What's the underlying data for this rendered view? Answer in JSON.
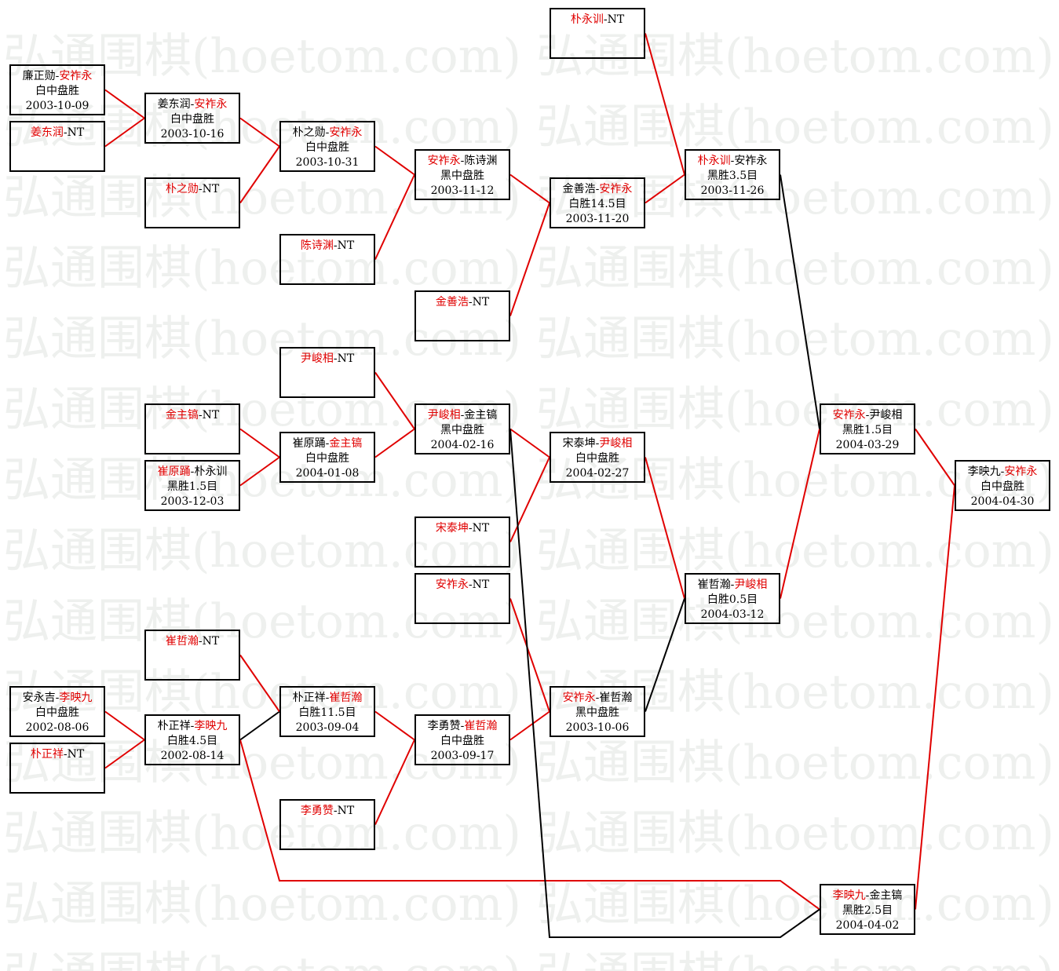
{
  "watermark": {
    "text": "弘通围棋(hoetom.com) 弘通围棋(hoetom.com) 弘",
    "color": "#eef0ee"
  },
  "colors": {
    "red": "#e00000",
    "black": "#000000"
  },
  "nodes": [
    {
      "id": "n1",
      "p1": "廉正勋",
      "p2": "安祚永",
      "w": 2,
      "res": "白中盘胜",
      "date": "2003-10-09"
    },
    {
      "id": "n2",
      "p1": "姜东润",
      "p2": "NT",
      "w": 1,
      "res": "",
      "date": ""
    },
    {
      "id": "n3",
      "p1": "姜东润",
      "p2": "安祚永",
      "w": 2,
      "res": "白中盘胜",
      "date": "2003-10-16"
    },
    {
      "id": "n4",
      "p1": "朴之勋",
      "p2": "NT",
      "w": 1,
      "res": "",
      "date": ""
    },
    {
      "id": "n5",
      "p1": "朴之勋",
      "p2": "安祚永",
      "w": 2,
      "res": "白中盘胜",
      "date": "2003-10-31"
    },
    {
      "id": "n6",
      "p1": "陈诗渊",
      "p2": "NT",
      "w": 1,
      "res": "",
      "date": ""
    },
    {
      "id": "n7",
      "p1": "安祚永",
      "p2": "陈诗渊",
      "w": 1,
      "res": "黑中盘胜",
      "date": "2003-11-12"
    },
    {
      "id": "n8",
      "p1": "金善浩",
      "p2": "NT",
      "w": 1,
      "res": "",
      "date": ""
    },
    {
      "id": "n9",
      "p1": "金善浩",
      "p2": "安祚永",
      "w": 2,
      "res": "白胜14.5目",
      "date": "2003-11-20"
    },
    {
      "id": "n10",
      "p1": "朴永训",
      "p2": "NT",
      "w": 1,
      "res": "",
      "date": ""
    },
    {
      "id": "n11",
      "p1": "朴永训",
      "p2": "安祚永",
      "w": 1,
      "res": "黑胜3.5目",
      "date": "2003-11-26"
    },
    {
      "id": "n12",
      "p1": "尹峻相",
      "p2": "NT",
      "w": 1,
      "res": "",
      "date": ""
    },
    {
      "id": "n13",
      "p1": "金主镐",
      "p2": "NT",
      "w": 1,
      "res": "",
      "date": ""
    },
    {
      "id": "n14",
      "p1": "崔原踊",
      "p2": "金主镐",
      "w": 2,
      "res": "白中盘胜",
      "date": "2004-01-08"
    },
    {
      "id": "n15",
      "p1": "崔原踊",
      "p2": "朴永训",
      "w": 1,
      "res": "黑胜1.5目",
      "date": "2003-12-03"
    },
    {
      "id": "n16",
      "p1": "尹峻相",
      "p2": "金主镐",
      "w": 1,
      "res": "黑中盘胜",
      "date": "2004-02-16"
    },
    {
      "id": "n17",
      "p1": "宋泰坤",
      "p2": "尹峻相",
      "w": 2,
      "res": "白中盘胜",
      "date": "2004-02-27"
    },
    {
      "id": "n18",
      "p1": "宋泰坤",
      "p2": "NT",
      "w": 1,
      "res": "",
      "date": ""
    },
    {
      "id": "n19",
      "p1": "安祚永",
      "p2": "NT",
      "w": 1,
      "res": "",
      "date": ""
    },
    {
      "id": "n20",
      "p1": "崔哲瀚",
      "p2": "尹峻相",
      "w": 2,
      "res": "白胜0.5目",
      "date": "2004-03-12"
    },
    {
      "id": "n21",
      "p1": "安祚永",
      "p2": "尹峻相",
      "w": 1,
      "res": "黑胜1.5目",
      "date": "2004-03-29"
    },
    {
      "id": "n22",
      "p1": "李映九",
      "p2": "安祚永",
      "w": 2,
      "res": "白中盘胜",
      "date": "2004-04-30"
    },
    {
      "id": "n23",
      "p1": "崔哲瀚",
      "p2": "NT",
      "w": 1,
      "res": "",
      "date": ""
    },
    {
      "id": "n24",
      "p1": "安永吉",
      "p2": "李映九",
      "w": 2,
      "res": "白中盘胜",
      "date": "2002-08-06"
    },
    {
      "id": "n25",
      "p1": "朴正祥",
      "p2": "NT",
      "w": 1,
      "res": "",
      "date": ""
    },
    {
      "id": "n26",
      "p1": "朴正祥",
      "p2": "李映九",
      "w": 2,
      "res": "白胜4.5目",
      "date": "2002-08-14"
    },
    {
      "id": "n27",
      "p1": "朴正祥",
      "p2": "崔哲瀚",
      "w": 2,
      "res": "白胜11.5目",
      "date": "2003-09-04"
    },
    {
      "id": "n28",
      "p1": "李勇赞",
      "p2": "崔哲瀚",
      "w": 2,
      "res": "白中盘胜",
      "date": "2003-09-17"
    },
    {
      "id": "n29",
      "p1": "李勇赞",
      "p2": "NT",
      "w": 1,
      "res": "",
      "date": ""
    },
    {
      "id": "n30",
      "p1": "安祚永",
      "p2": "崔哲瀚",
      "w": 1,
      "res": "黑中盘胜",
      "date": "2003-10-06"
    },
    {
      "id": "n31",
      "p1": "李映九",
      "p2": "金主镐",
      "w": 1,
      "res": "黑胜2.5目",
      "date": "2004-04-02"
    }
  ]
}
